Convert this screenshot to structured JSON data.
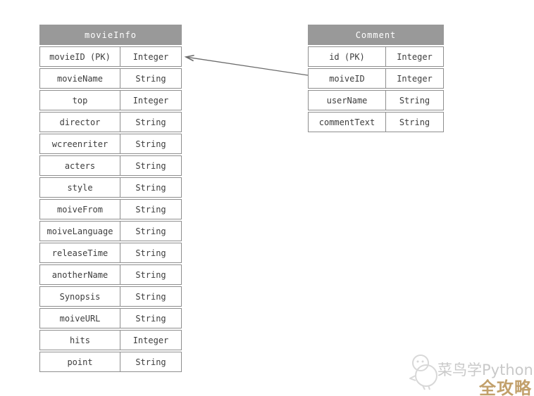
{
  "diagram": {
    "tables": [
      {
        "name": "movieInfo",
        "fields": [
          {
            "name": "movieID (PK)",
            "type": "Integer"
          },
          {
            "name": "movieName",
            "type": "String"
          },
          {
            "name": "top",
            "type": "Integer"
          },
          {
            "name": "director",
            "type": "String"
          },
          {
            "name": "wcreenriter",
            "type": "String"
          },
          {
            "name": "acters",
            "type": "String"
          },
          {
            "name": "style",
            "type": "String"
          },
          {
            "name": "moiveFrom",
            "type": "String"
          },
          {
            "name": "moiveLanguage",
            "type": "String"
          },
          {
            "name": "releaseTime",
            "type": "String"
          },
          {
            "name": "anotherName",
            "type": "String"
          },
          {
            "name": "Synopsis",
            "type": "String"
          },
          {
            "name": "moiveURL",
            "type": "String"
          },
          {
            "name": "hits",
            "type": "Integer"
          },
          {
            "name": "point",
            "type": "String"
          }
        ]
      },
      {
        "name": "Comment",
        "fields": [
          {
            "name": "id (PK)",
            "type": "Integer"
          },
          {
            "name": "moiveID",
            "type": "Integer"
          },
          {
            "name": "userName",
            "type": "String"
          },
          {
            "name": "commentText",
            "type": "String"
          }
        ]
      }
    ],
    "relationship": {
      "from_table": "Comment",
      "from_field": "moiveID",
      "to_table": "movieInfo",
      "to_field": "movieID (PK)"
    }
  },
  "watermark": {
    "brand": "菜鸟学Python",
    "badge": "全攻略"
  },
  "colors": {
    "header_bg": "#999999",
    "header_text": "#ffffff",
    "cell_border": "#8e8e8e",
    "cell_text": "#3d3d3d",
    "arrow": "#6b6b6b",
    "watermark_gray": "#c9c9c9",
    "watermark_gold": "#c2a06b"
  }
}
